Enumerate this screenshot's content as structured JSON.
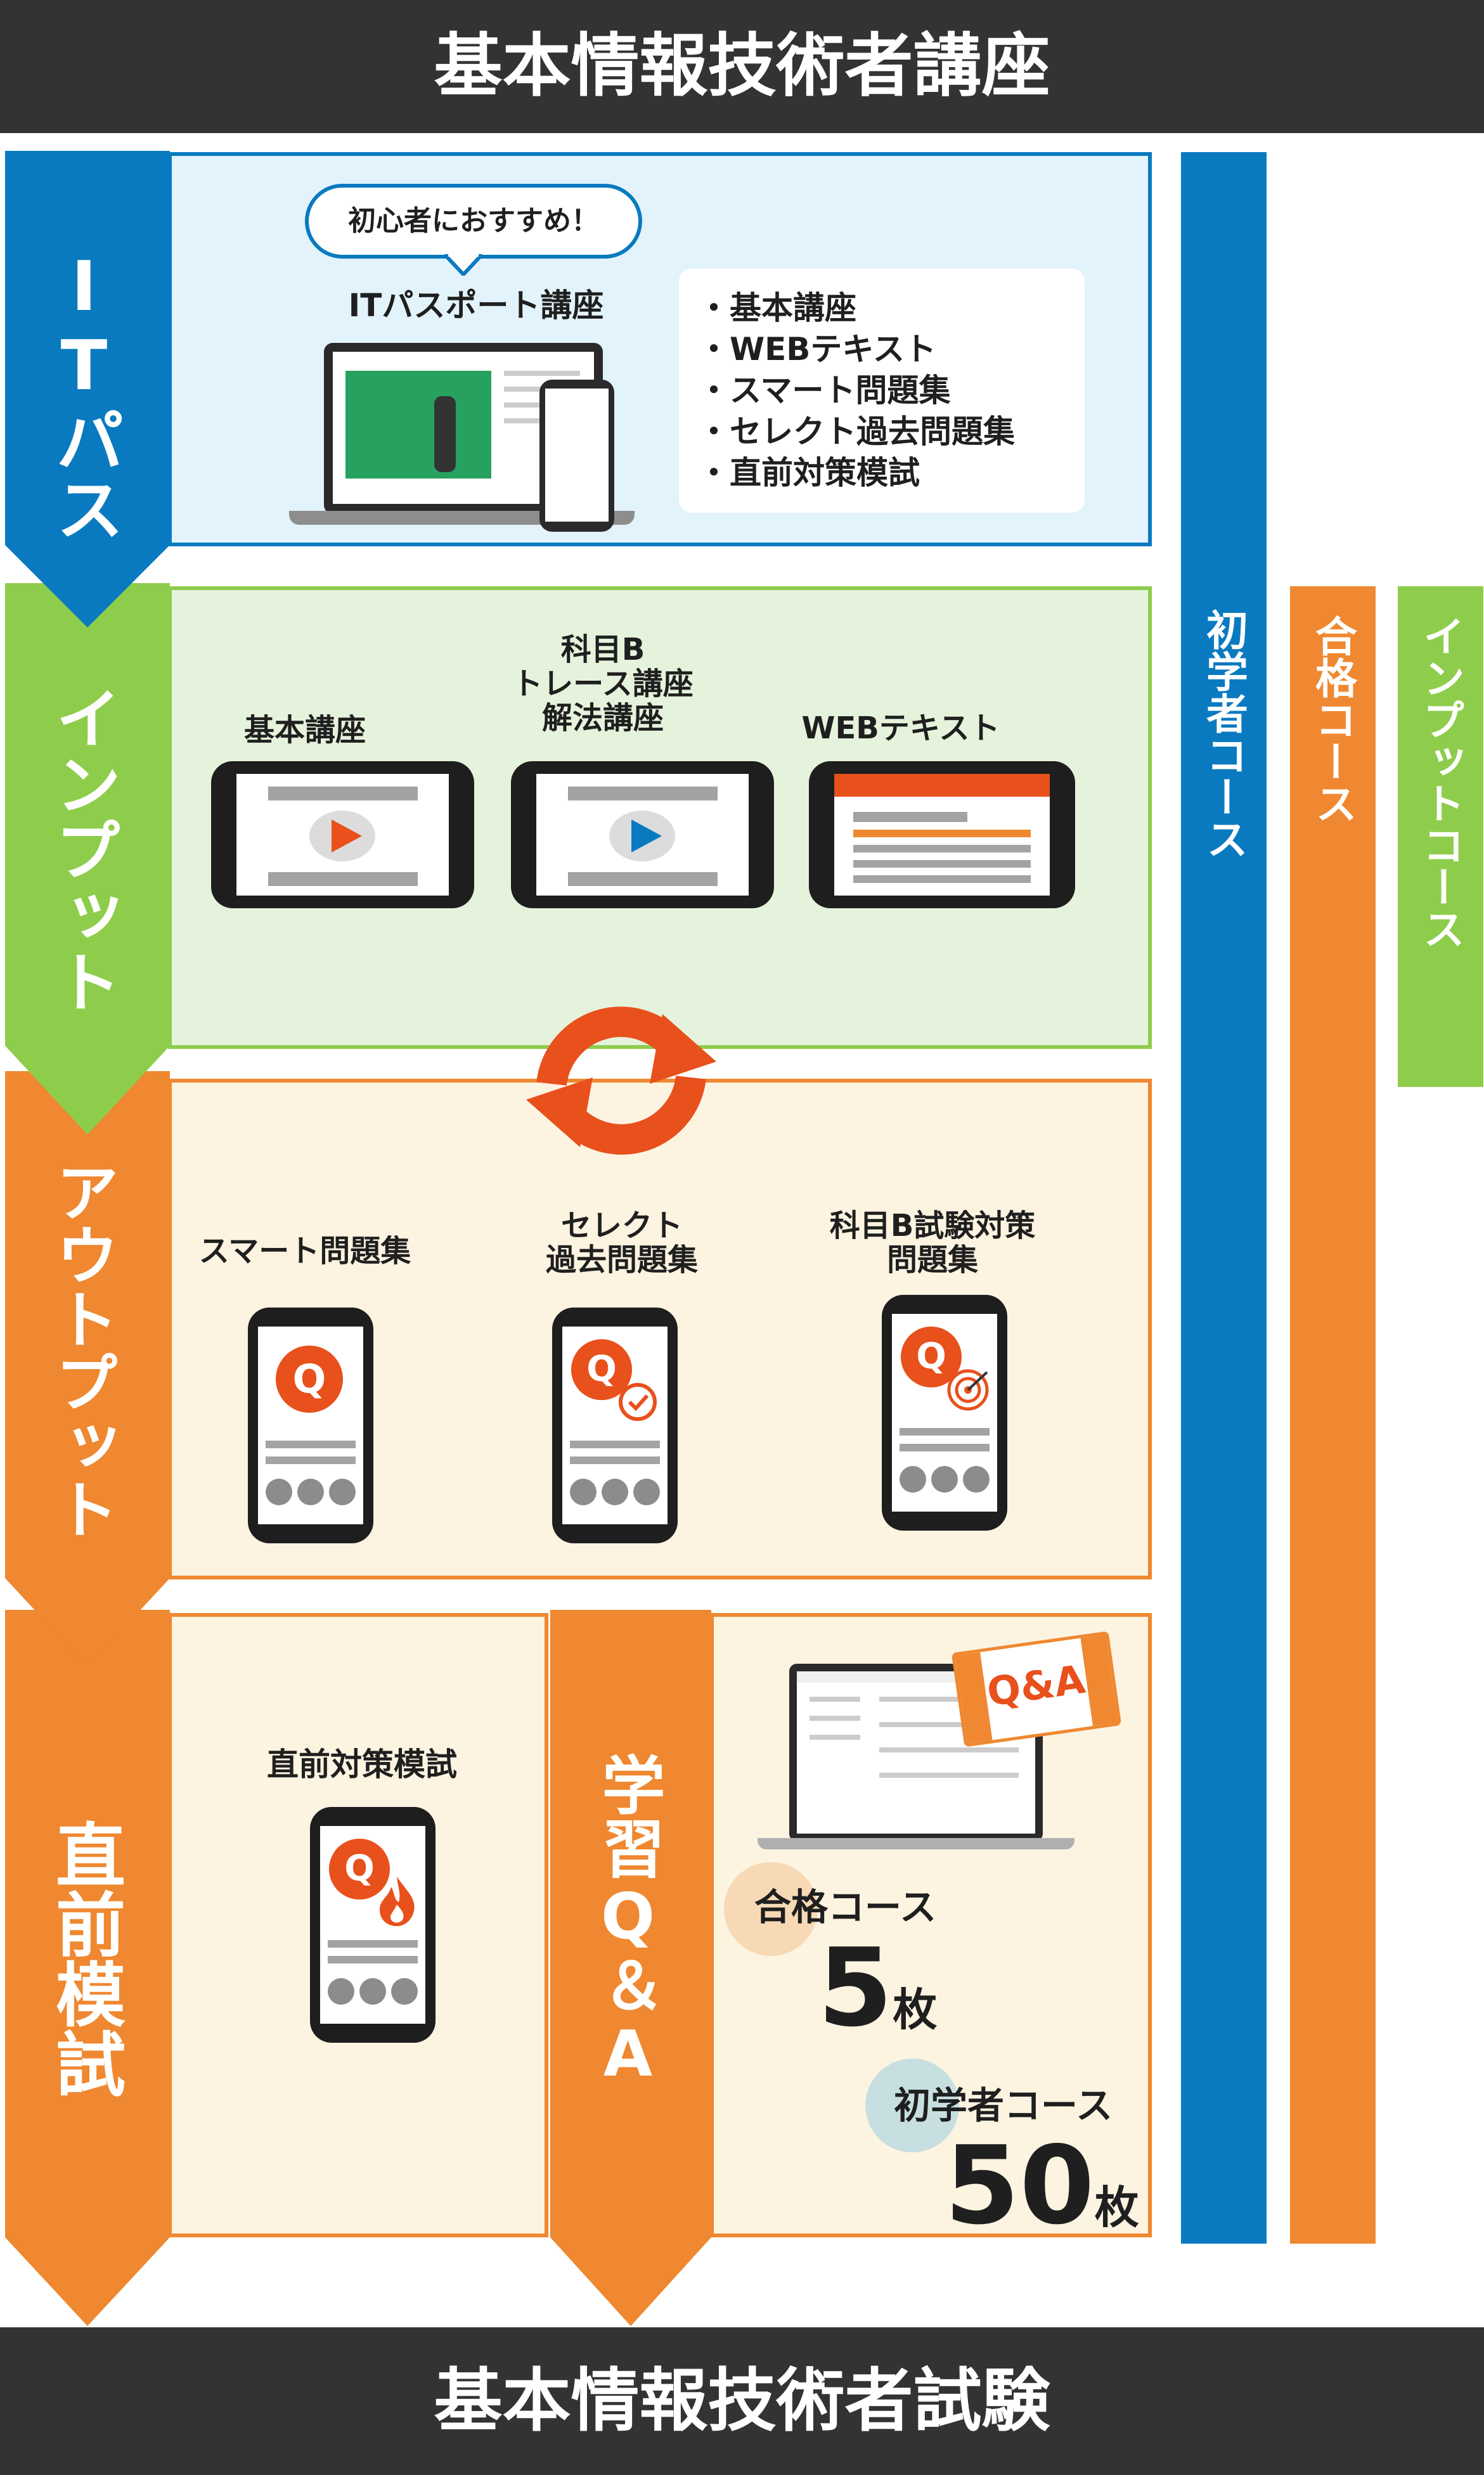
{
  "header": {
    "title": "基本情報技術者講座"
  },
  "footer": {
    "title": "基本情報技術者試験"
  },
  "stages": {
    "itpass": {
      "label": "ITパス"
    },
    "input": {
      "label": "インプット"
    },
    "output": {
      "label": "アウトプット"
    },
    "mock": {
      "label": "直前模試"
    }
  },
  "itpass_panel": {
    "badge": "初心者におすすめ！",
    "course_title": "ITパスポート講座",
    "features": [
      "・基本講座",
      "・WEBテキスト",
      "・スマート問題集",
      "・セレクト過去問題集",
      "・直前対策模試"
    ]
  },
  "input_panel": {
    "items": [
      {
        "label": "基本講座"
      },
      {
        "label": "科目B\nトレース講座\n解法講座"
      },
      {
        "label": "WEBテキスト"
      }
    ]
  },
  "output_panel": {
    "items": [
      {
        "label": "スマート問題集"
      },
      {
        "label": "セレクト\n過去問題集"
      },
      {
        "label": "科目B試験対策\n問題集"
      }
    ]
  },
  "mock_panel": {
    "label": "直前対策模試"
  },
  "qa_panel": {
    "label": "学習Q＆A",
    "ticket_text": "Q&A",
    "pass_course": {
      "label": "合格コース",
      "count": "5",
      "unit": "枚"
    },
    "beginner_course": {
      "label": "初学者コース",
      "count": "50",
      "unit": "枚"
    }
  },
  "courses": [
    {
      "label": "初学者コース",
      "color": "#0a7ac0"
    },
    {
      "label": "合格コース",
      "color": "#ef8830"
    },
    {
      "label": "インプットコース",
      "color": "#8ecd4c"
    }
  ],
  "colors": {
    "dark": "#333333",
    "blue": "#0a7ac0",
    "green": "#8ecd4c",
    "orange": "#ef8830",
    "accent": "#e8501c"
  }
}
